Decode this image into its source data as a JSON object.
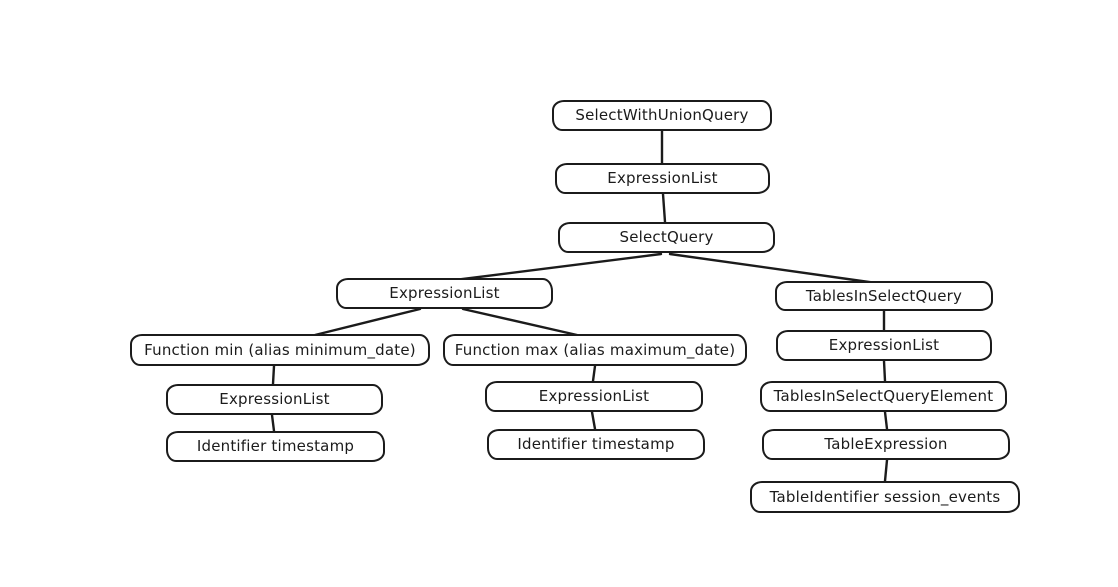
{
  "diagram": {
    "type": "tree",
    "description": "Hand-drawn style AST tree of a SQL select query",
    "stroke_color": "#1b1b1b",
    "background_color": "#ffffff",
    "text_color": "#1b1b1b"
  },
  "nodes": [
    {
      "id": "n0",
      "label": "SelectWithUnionQuery"
    },
    {
      "id": "n1",
      "label": "ExpressionList"
    },
    {
      "id": "n2",
      "label": "SelectQuery"
    },
    {
      "id": "n3",
      "label": "ExpressionList"
    },
    {
      "id": "n4",
      "label": "TablesInSelectQuery"
    },
    {
      "id": "n5",
      "label": "Function min (alias minimum_date)"
    },
    {
      "id": "n6",
      "label": "Function max (alias maximum_date)"
    },
    {
      "id": "n7",
      "label": "ExpressionList"
    },
    {
      "id": "n8",
      "label": "Identifier timestamp"
    },
    {
      "id": "n9",
      "label": "ExpressionList"
    },
    {
      "id": "n10",
      "label": "Identifier timestamp"
    },
    {
      "id": "n11",
      "label": "ExpressionList"
    },
    {
      "id": "n12",
      "label": "TablesInSelectQueryElement"
    },
    {
      "id": "n13",
      "label": "TableExpression"
    },
    {
      "id": "n14",
      "label": "TableIdentifier session_events"
    }
  ],
  "edges": [
    {
      "from": "n0",
      "to": "n1"
    },
    {
      "from": "n1",
      "to": "n2"
    },
    {
      "from": "n2",
      "to": "n3"
    },
    {
      "from": "n2",
      "to": "n4"
    },
    {
      "from": "n3",
      "to": "n5"
    },
    {
      "from": "n3",
      "to": "n6"
    },
    {
      "from": "n5",
      "to": "n7"
    },
    {
      "from": "n7",
      "to": "n8"
    },
    {
      "from": "n6",
      "to": "n9"
    },
    {
      "from": "n9",
      "to": "n10"
    },
    {
      "from": "n4",
      "to": "n11"
    },
    {
      "from": "n11",
      "to": "n12"
    },
    {
      "from": "n12",
      "to": "n13"
    },
    {
      "from": "n13",
      "to": "n14"
    }
  ]
}
